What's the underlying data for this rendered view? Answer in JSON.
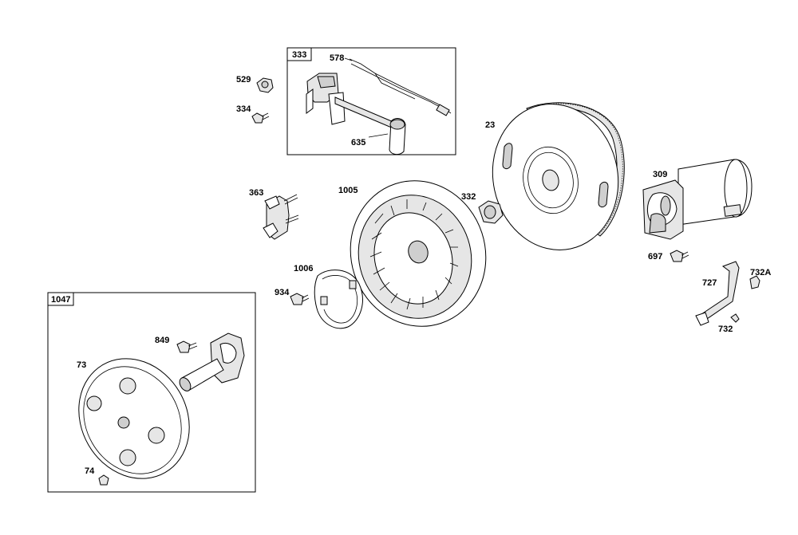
{
  "labels": {
    "p529": "529",
    "p334": "334",
    "p333": "333",
    "p578": "578",
    "p635": "635",
    "p23": "23",
    "p309": "309",
    "p363": "363",
    "p1005": "1005",
    "p332": "332",
    "p697": "697",
    "p1006": "1006",
    "p934": "934",
    "p727": "727",
    "p732a": "732A",
    "p732": "732",
    "p1047": "1047",
    "p849": "849",
    "p73": "73",
    "p74": "74"
  }
}
